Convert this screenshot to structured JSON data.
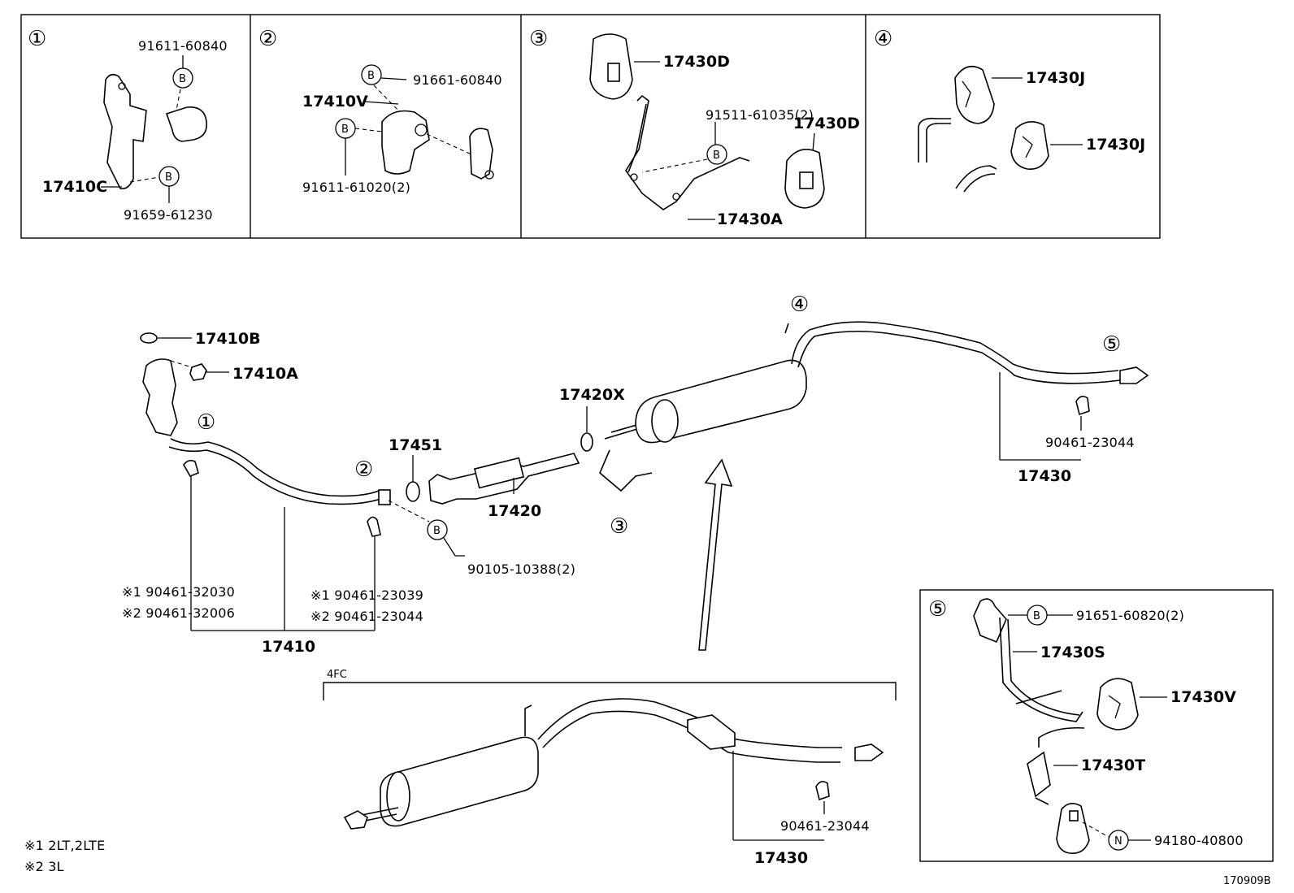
{
  "panels": {
    "p1": {
      "num": "①",
      "parts": [
        "91611-60840",
        "17410C",
        "91659-61230"
      ],
      "bolt": "B"
    },
    "p2": {
      "num": "②",
      "parts": [
        "91661-60840",
        "17410V",
        "91611-61020(2)"
      ],
      "bolt": "B"
    },
    "p3": {
      "num": "③",
      "parts": [
        "17430D",
        "91511-61035(2)",
        "17430D",
        "17430A"
      ],
      "bolt": "B"
    },
    "p4": {
      "num": "④",
      "parts": [
        "17430J",
        "17430J"
      ]
    },
    "p5": {
      "num": "⑤",
      "parts": [
        "91651-60820(2)",
        "17430S",
        "17430V",
        "17430T",
        "94180-40800"
      ],
      "bolt": "B",
      "nut": "N"
    }
  },
  "main": {
    "refs": [
      "④",
      "⑤",
      "①",
      "②",
      "③"
    ],
    "labels": {
      "l17410B": "17410B",
      "l17410A": "17410A",
      "l17451": "17451",
      "l17420X": "17420X",
      "l17420": "17420",
      "l90105": "90105-10388(2)",
      "l17410": "17410",
      "l17430": "17430",
      "l90461_23044": "90461-23044",
      "s1a": "※1 90461-32030",
      "s2a": "※2 90461-32006",
      "s1b": "※1 90461-23039",
      "s2b": "※2 90461-23044",
      "bolt": "B"
    }
  },
  "sub4fc": {
    "title": "4FC",
    "l90461": "90461-23044",
    "l17430": "17430"
  },
  "notes": {
    "n1": "※1 2LT,2LTE",
    "n2": "※2 3L"
  },
  "diagram_id": "170909B"
}
